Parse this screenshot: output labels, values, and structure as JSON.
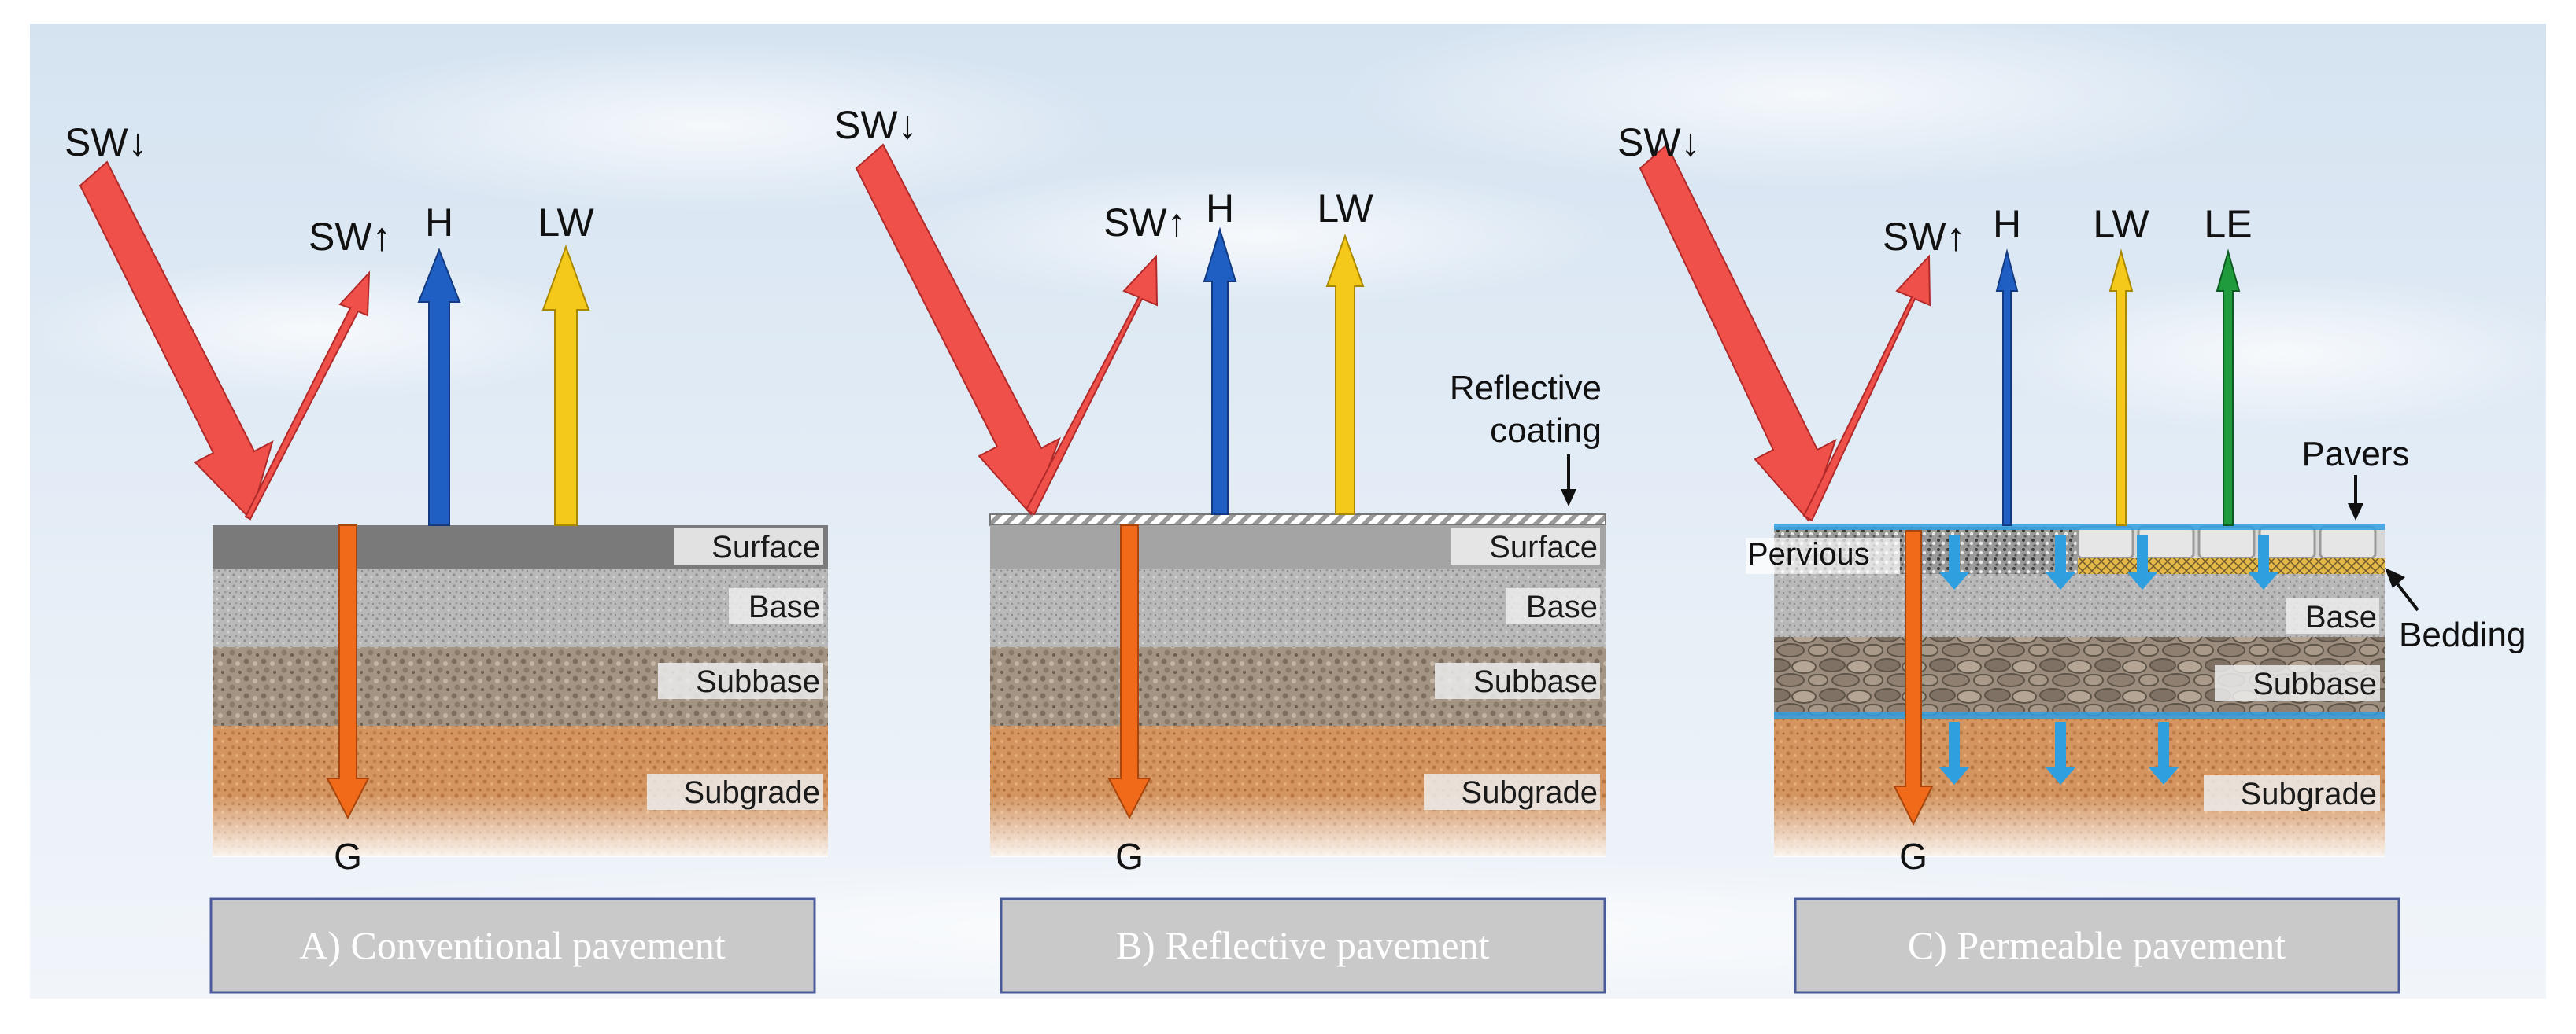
{
  "panels": [
    {
      "caption": "A) Conventional pavement",
      "labels": {
        "sw_down": "SW↓",
        "sw_up": "SW↑",
        "h": "H",
        "lw": "LW",
        "g": "G"
      },
      "layers": [
        "Surface",
        "Base",
        "Subbase",
        "Subgrade"
      ]
    },
    {
      "caption": "B) Reflective pavement",
      "labels": {
        "sw_down": "SW↓",
        "sw_up": "SW↑",
        "h": "H",
        "lw": "LW",
        "g": "G"
      },
      "layers": [
        "Surface",
        "Base",
        "Subbase",
        "Subgrade"
      ],
      "annotation": [
        "Reflective",
        "coating"
      ]
    },
    {
      "caption": "C) Permeable pavement",
      "labels": {
        "sw_down": "SW↓",
        "sw_up": "SW↑",
        "h": "H",
        "lw": "LW",
        "le": "LE",
        "g": "G"
      },
      "layers": [
        "Base",
        "Subbase",
        "Subgrade"
      ],
      "pervious": "Pervious",
      "pavers": "Pavers",
      "bedding": "Bedding"
    }
  ],
  "colors": {
    "sw": "#f0504a",
    "h": "#1f5fc4",
    "lw": "#f5c91a",
    "le": "#1f9a3c",
    "g": "#f06a1a",
    "water": "#2f9fe0",
    "caption_bg": "#c9c9c9",
    "caption_border": "#4a5a9a"
  }
}
